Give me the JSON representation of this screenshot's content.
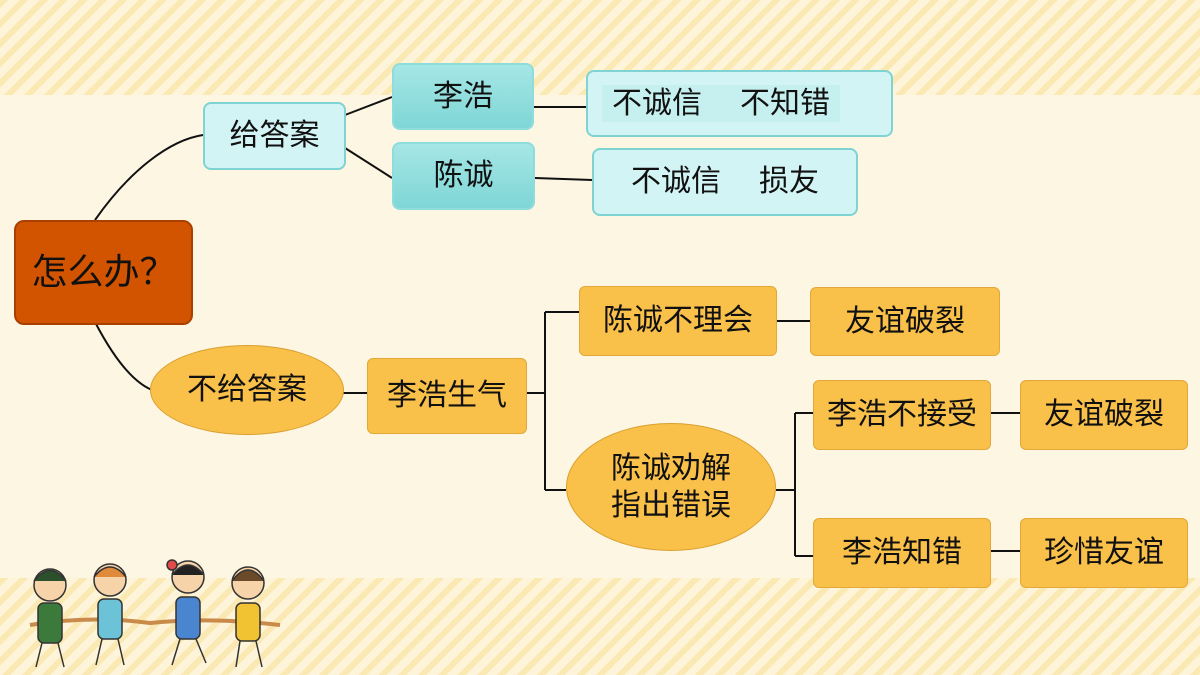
{
  "root": {
    "label": "怎么办？"
  },
  "branch_give": {
    "label": "给答案",
    "children": [
      {
        "name": "李浩",
        "outcome_a": "不诚信",
        "outcome_b": "不知错"
      },
      {
        "name": "陈诚",
        "outcome_a": "不诚信",
        "outcome_b": "损友"
      }
    ]
  },
  "branch_not_give": {
    "label": "不给答案",
    "reaction": "李浩生气",
    "path_ignore": {
      "label": "陈诚不理会",
      "result": "友谊破裂"
    },
    "path_advise": {
      "label_line1": "陈诚劝解",
      "label_line2": "指出错误",
      "option_reject": {
        "label": "李浩不接受",
        "result": "友谊破裂"
      },
      "option_accept": {
        "label": "李浩知错",
        "result": "珍惜友谊"
      }
    }
  },
  "colors": {
    "root": "#d35400",
    "blue": "#d3f4f4",
    "gold": "#f9c04a"
  },
  "decoration": {
    "image": "children-holding-hands"
  }
}
